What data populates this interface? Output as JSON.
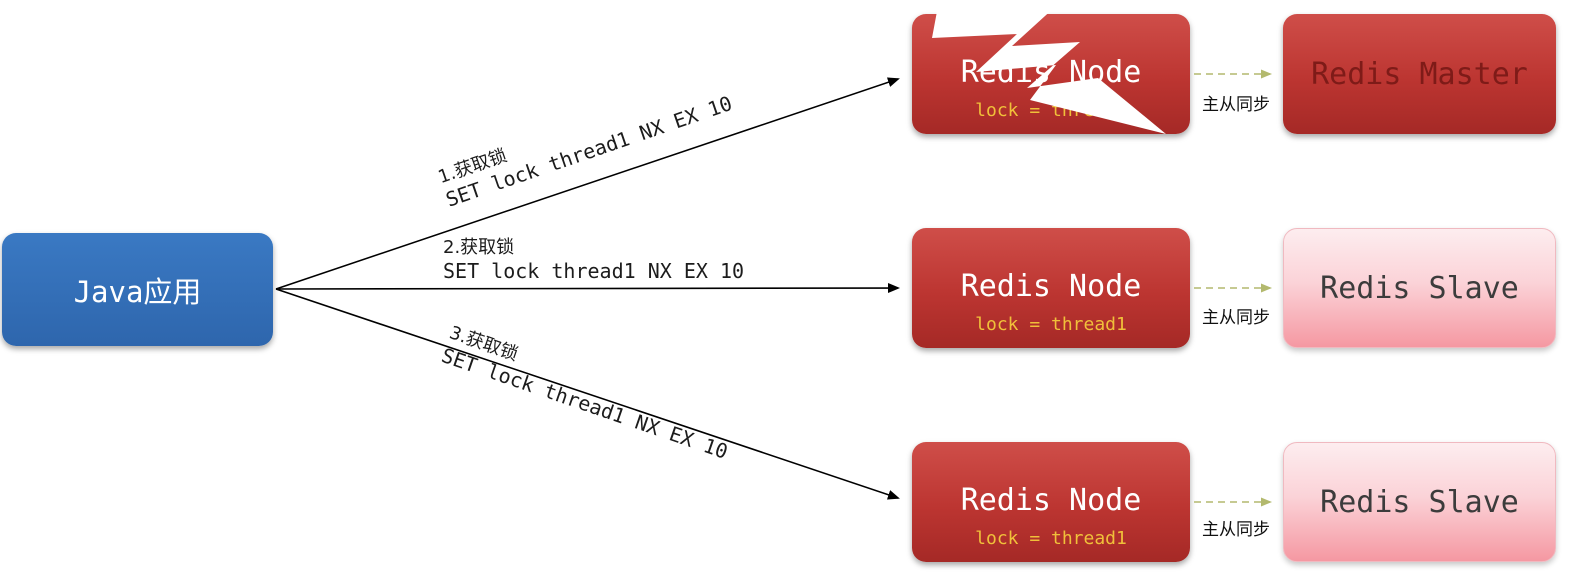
{
  "diagram": {
    "java_node": {
      "label": "Java应用"
    },
    "redis_nodes": [
      {
        "title": "Redis Node",
        "lock": "lock = thread1",
        "crashed": true
      },
      {
        "title": "Redis Node",
        "lock": "lock = thread1",
        "crashed": false
      },
      {
        "title": "Redis Node",
        "lock": "lock = thread1",
        "crashed": false
      }
    ],
    "replica_nodes": [
      {
        "title": "Redis Master",
        "role": "master"
      },
      {
        "title": "Redis Slave",
        "role": "slave"
      },
      {
        "title": "Redis Slave",
        "role": "slave"
      }
    ],
    "arrows": [
      {
        "step": "1.获取锁",
        "command": "SET lock thread1 NX EX 10"
      },
      {
        "step": "2.获取锁",
        "command": "SET lock thread1 NX EX 10"
      },
      {
        "step": "3.获取锁",
        "command": "SET lock thread1 NX EX 10"
      }
    ],
    "sync_label": "主从同步",
    "colors": {
      "java_blue": "#3a79c3",
      "java_blue_dark": "#2e66ad",
      "redis_red": "#bc3531",
      "redis_red_dark": "#a52926",
      "master_text": "#7e1b18",
      "lock_yellow": "#f0c03a",
      "slave_pink_light": "#fdedef",
      "slave_pink": "#f598a2",
      "slave_text": "#3c3c3c",
      "sync_arrow_olive": "#b3b96e",
      "arrow_black": "#000000"
    }
  }
}
